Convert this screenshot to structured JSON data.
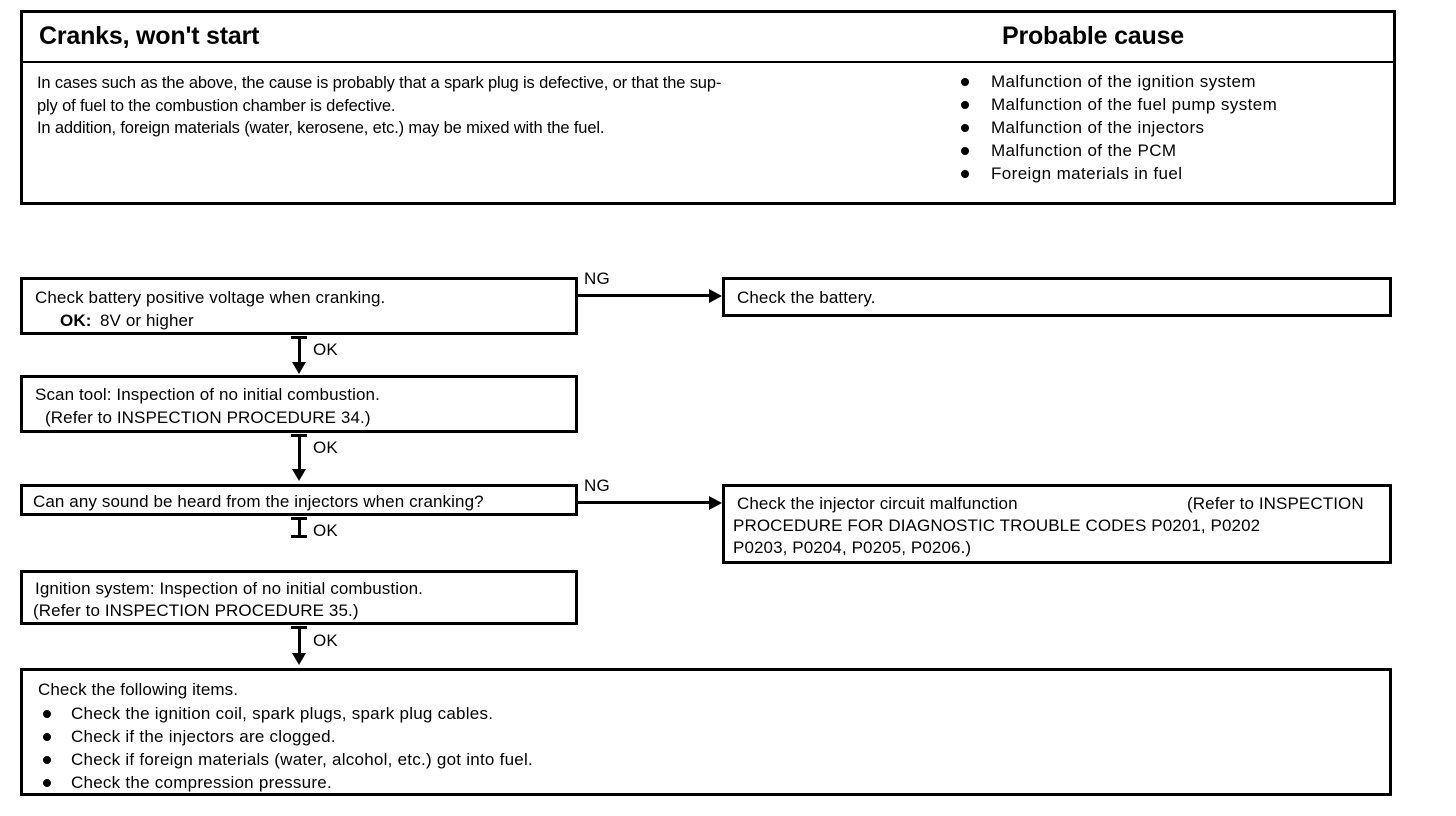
{
  "header": {
    "symptom_title": "Cranks, won't start",
    "cause_title": "Probable cause",
    "description_line1": "In cases such as the above, the cause is probably that a spark plug is defective, or that the sup-",
    "description_line2": "ply of fuel to the combustion chamber is defective.",
    "description_line3": "In addition, foreign materials (water, kerosene, etc.) may be mixed with the fuel.",
    "causes": [
      "Malfunction of the ignition system",
      "Malfunction of the fuel pump system",
      "Malfunction of the injectors",
      "Malfunction of the PCM",
      "Foreign materials in fuel"
    ]
  },
  "flow": {
    "battery": {
      "line1": "Check battery positive voltage when cranking.",
      "ok_label": "OK:",
      "ok_value": "8V or higher"
    },
    "check_battery": {
      "text": "Check the battery."
    },
    "scan_tool": {
      "line1": "Scan tool: Inspection of no initial combustion.",
      "line2": "(Refer to  INSPECTION PROCEDURE 34.)"
    },
    "injector_question": {
      "text": "Can any sound be heard from the injectors when cranking?"
    },
    "injector_dtc": {
      "line1_left": "Check the injector circuit malfunction",
      "line1_right": "(Refer to INSPECTION",
      "line2": "PROCEDURE FOR DIAGNOSTIC TROUBLE CODES P0201, P0202",
      "line3": "P0203, P0204, P0205, P0206.)"
    },
    "ignition": {
      "line1": "Ignition system: Inspection of no initial combustion.",
      "line2": "(Refer to INSPECTION PROCEDURE 35.)"
    },
    "final": {
      "lead": "Check the following items.",
      "items": [
        "Check the ignition coil, spark plugs, spark plug cables.",
        "Check if the injectors are clogged.",
        "Check if foreign materials (water, alcohol, etc.) got into fuel.",
        "Check the compression pressure."
      ]
    },
    "connectors": {
      "ng_1": "NG",
      "ok_1": "OK",
      "ok_2": "OK",
      "ng_2": "NG",
      "ok_3": "OK",
      "ok_4": "OK"
    }
  },
  "colors": {
    "ink": "#000000",
    "paper": "#ffffff"
  }
}
